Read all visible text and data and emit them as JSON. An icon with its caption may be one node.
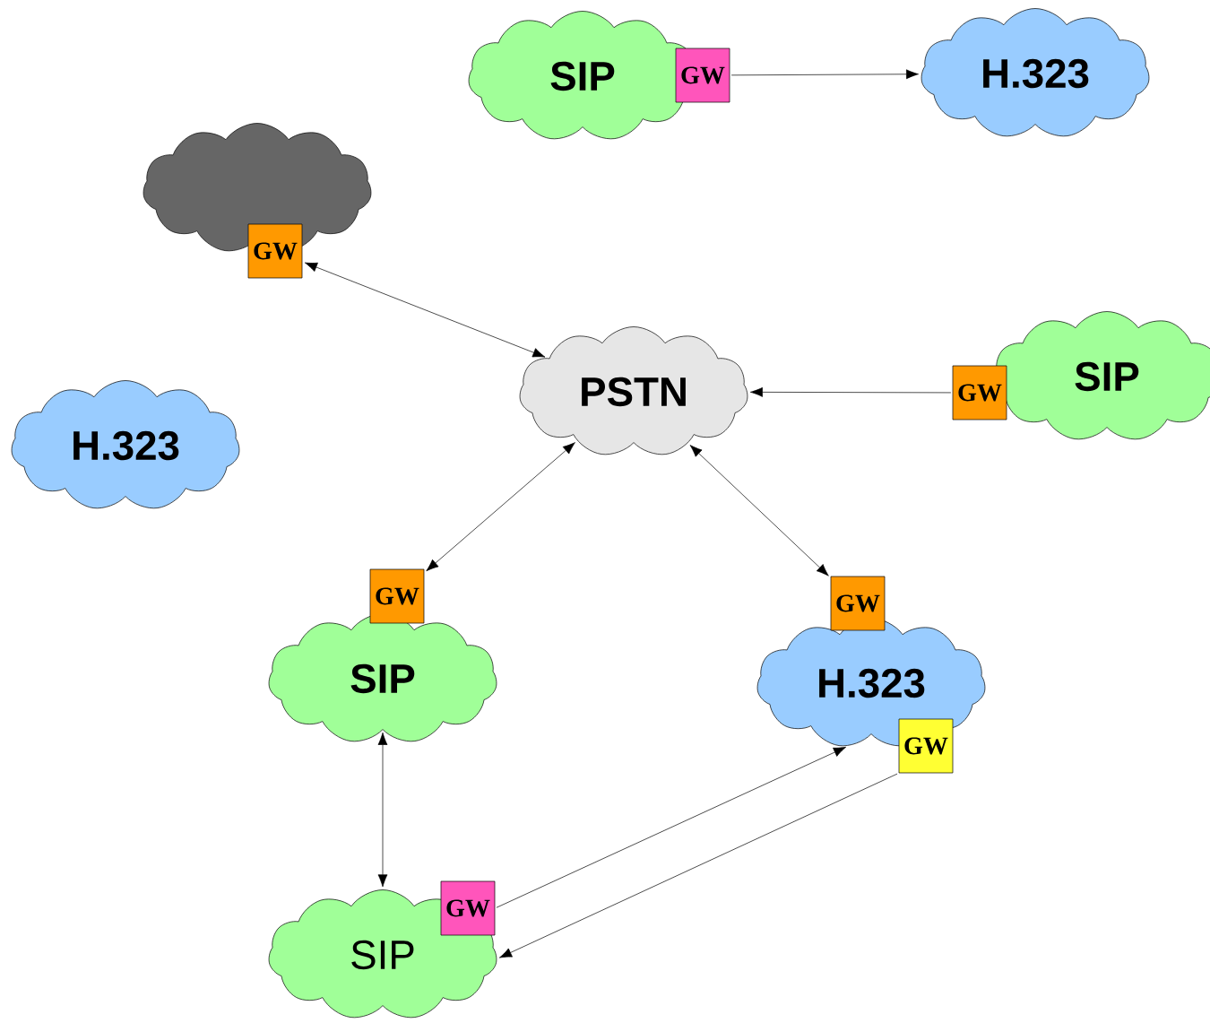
{
  "diagram": {
    "nodes": [
      {
        "text": [
          "SIP"
        ]
      },
      {
        "text": [
          "GW"
        ]
      },
      {
        "text": [
          "H.323"
        ]
      },
      {
        "text": [],
        "shape": "cloud"
      },
      {
        "text": [
          "GW"
        ]
      },
      {
        "text": [
          "H.323"
        ]
      },
      {
        "text": [
          "PSTN"
        ]
      },
      {
        "text": [
          "GW"
        ]
      },
      {
        "text": [
          "SIP"
        ]
      },
      {
        "text": [
          "GW"
        ]
      },
      {
        "text": [
          "SIP"
        ]
      },
      {
        "text": [
          "GW"
        ]
      },
      {
        "text": [
          "H.323"
        ]
      },
      {
        "text": [
          "GW"
        ]
      },
      {
        "text": [
          "GW"
        ]
      },
      {
        "text": [
          "SIP"
        ]
      }
    ],
    "edges": [
      {
        "from": 1,
        "to": 2,
        "arrow": "to"
      },
      {
        "from": 4,
        "to": 6,
        "arrow": "both"
      },
      {
        "from": 7,
        "to": 6,
        "arrow": "to"
      },
      {
        "from": 6,
        "to": 9,
        "arrow": "both"
      },
      {
        "from": 6,
        "to": 11,
        "arrow": "both"
      },
      {
        "from": 10,
        "to": 15,
        "arrow": "both"
      },
      {
        "from": 14,
        "to": 12,
        "arrow": "to"
      },
      {
        "from": 13,
        "to": 15,
        "arrow": "to"
      }
    ]
  }
}
